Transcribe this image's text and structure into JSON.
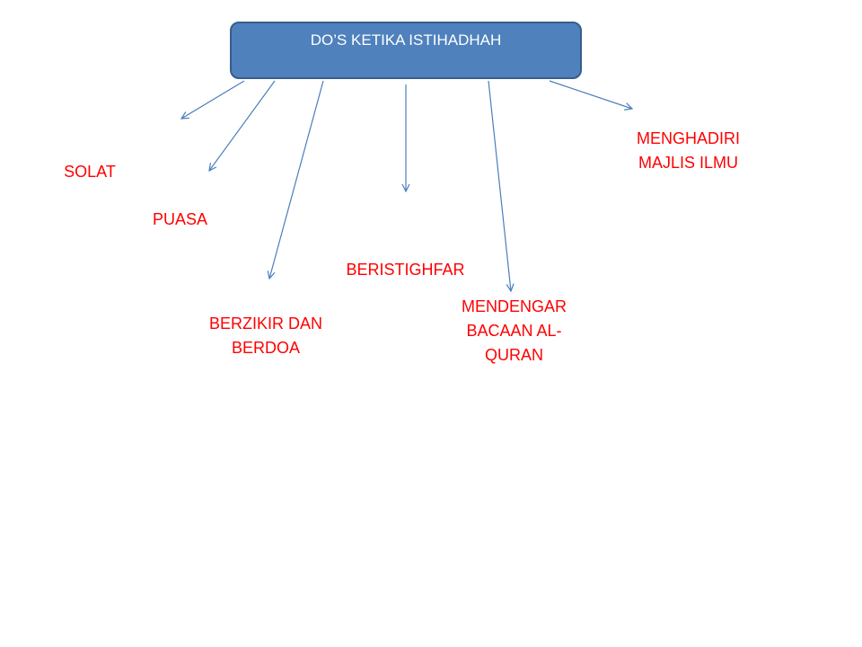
{
  "diagram": {
    "title": "DO’S KETIKA ISTIHADHAH",
    "items": [
      {
        "label": "SOLAT"
      },
      {
        "label": "PUASA"
      },
      {
        "label": "BERZIKIR DAN\nBERDOA"
      },
      {
        "label": "BERISTIGHFAR"
      },
      {
        "label": "MENDENGAR\nBACAAN AL-\nQURAN"
      },
      {
        "label": "MENGHADIRI\nMAJLIS ILMU"
      }
    ]
  },
  "colors": {
    "box_fill": "#4f81bd",
    "box_border": "#385d8a",
    "title_text": "#ffffff",
    "label_text": "#ff0000",
    "arrow": "#4a7ebb"
  }
}
